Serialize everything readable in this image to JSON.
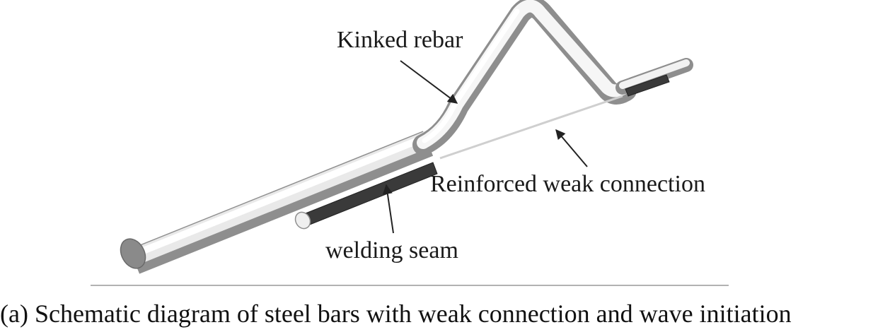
{
  "labels": {
    "kinked_rebar": "Kinked rebar",
    "reinforced_weak_connection": "Reinforced weak connection",
    "welding_seam": "welding seam"
  },
  "caption": "(a) Schematic diagram of steel bars with weak connection and wave initiation",
  "colors": {
    "rebar_light": "#ffffff",
    "rebar_mid": "#d0d0d0",
    "rebar_dark": "#8a8a8a",
    "seam": "#3a3a3a",
    "arrow": "#222222",
    "rule": "#999999"
  }
}
